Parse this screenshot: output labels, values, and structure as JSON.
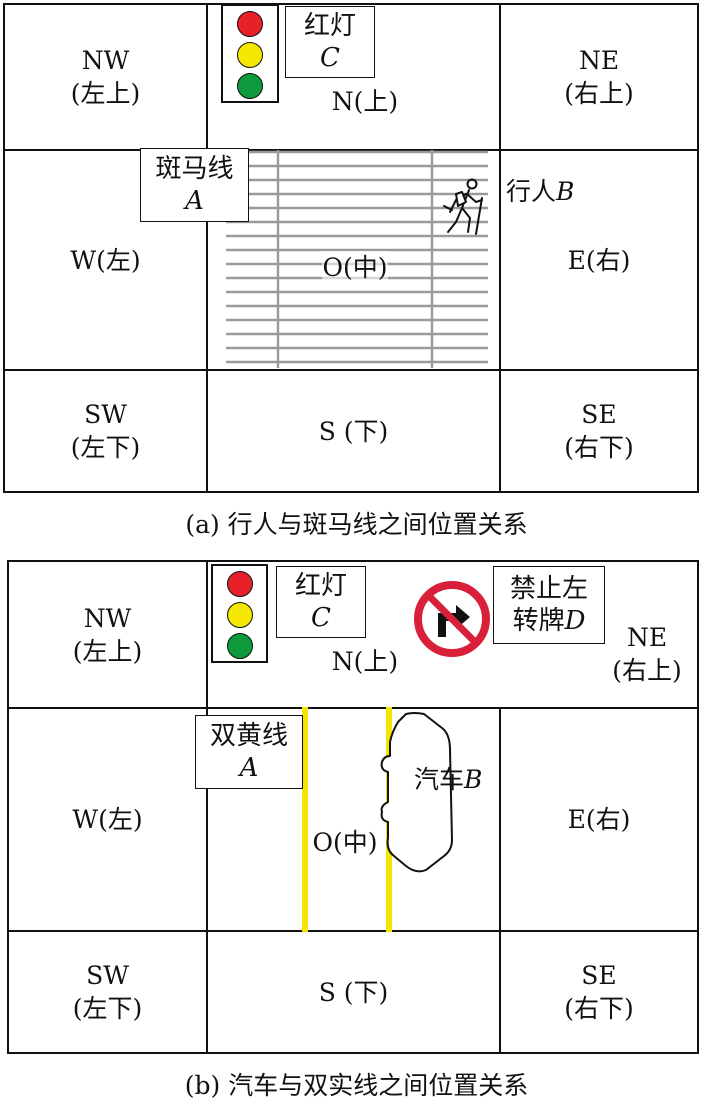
{
  "panel_a": {
    "cells": {
      "nw": [
        "NW",
        "(左上)"
      ],
      "n": "N(上)",
      "ne": [
        "NE",
        "(右上)"
      ],
      "w": "W(左)",
      "o": "O(中)",
      "e": "E(右)",
      "sw": [
        "SW",
        "(左下)"
      ],
      "s": "S (下)",
      "se": [
        "SE",
        "(右下)"
      ]
    },
    "light_label": {
      "name": "红灯",
      "letter": "C"
    },
    "crosswalk_label": {
      "name": "斑马线",
      "letter": "A"
    },
    "pedestrian_label": {
      "name": "行人",
      "letter": "B"
    },
    "caption": "(a) 行人与斑马线之间位置关系"
  },
  "panel_b": {
    "cells": {
      "nw": [
        "NW",
        "(左上)"
      ],
      "n": "N(上)",
      "ne": [
        "NE",
        "(右上)"
      ],
      "w": "W(左)",
      "o": "O(中)",
      "e": "E(右)",
      "sw": [
        "SW",
        "(左下)"
      ],
      "s": "S (下)",
      "se": [
        "SE",
        "(右下)"
      ]
    },
    "light_label": {
      "name": "红灯",
      "letter": "C"
    },
    "line_label": {
      "name": "双黄线",
      "letter": "A"
    },
    "sign_label": {
      "line1": "禁止左",
      "line2": "转牌",
      "letter": "D"
    },
    "car_label": {
      "name": "汽车",
      "letter": "B"
    },
    "caption": "(b) 汽车与双实线之间位置关系"
  },
  "colors": {
    "light_red": "#e8202a",
    "light_yellow": "#f5e800",
    "light_green": "#0c9a3c",
    "crosswalk": "#9a9a9a",
    "yellow_line": "#f2e600",
    "sign_red": "#d9203a"
  }
}
